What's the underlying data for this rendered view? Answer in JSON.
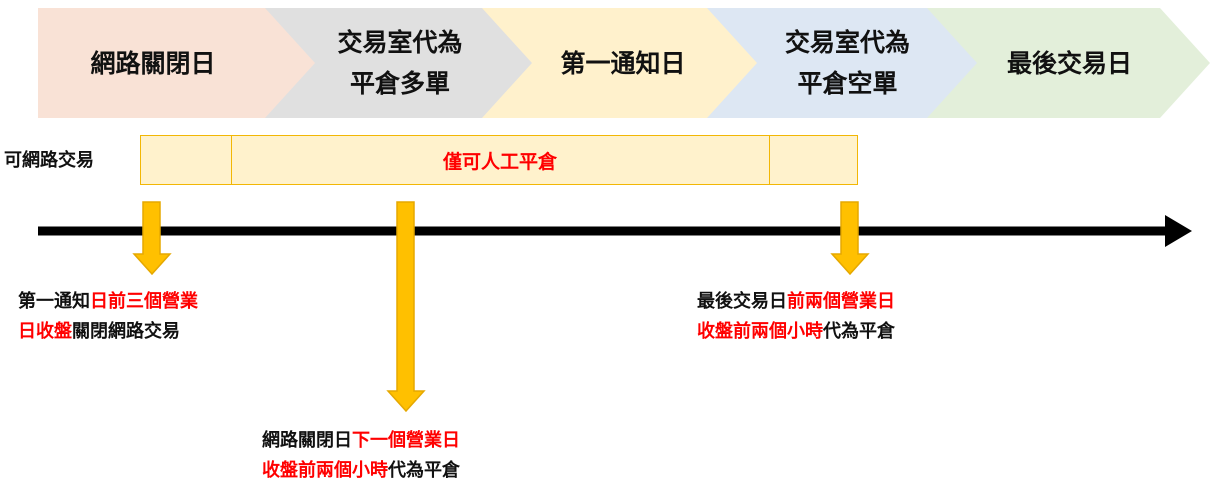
{
  "colors": {
    "stage1": "#f9e2d6",
    "stage2": "#e0e0e0",
    "stage3": "#fff1cc",
    "stage4": "#dde7f3",
    "stage5": "#e3efda",
    "bar_fill": "#fff2cc",
    "bar_border": "#f2b705",
    "arrow_fill": "#ffc000",
    "arrow_stroke": "#e5a800",
    "timeline": "#000000",
    "highlight_text": "#ff0000"
  },
  "stages": [
    {
      "lines": [
        "網路關閉日"
      ]
    },
    {
      "lines": [
        "交易室代為",
        "平倉多單"
      ]
    },
    {
      "lines": [
        "第一通知日"
      ]
    },
    {
      "lines": [
        "交易室代為",
        "平倉空單"
      ]
    },
    {
      "lines": [
        "最後交易日"
      ]
    }
  ],
  "row": {
    "label": "可網路交易",
    "bar_text": "僅可人工平倉"
  },
  "notes": {
    "left": {
      "line1_black": "第一通知",
      "line1_red": "日前三個營業",
      "line2_red": "日收盤",
      "line2_black": "關閉網路交易"
    },
    "middle": {
      "line1_black": "網路關閉日",
      "line1_red": "下一個營業日",
      "line2_red": "收盤前兩個小時",
      "line2_black": "代為平倉"
    },
    "right": {
      "line1_black": "最後交易日",
      "line1_red": "前兩個營業日",
      "line2_red": "收盤前兩個小時",
      "line2_black": "代為平倉"
    }
  }
}
